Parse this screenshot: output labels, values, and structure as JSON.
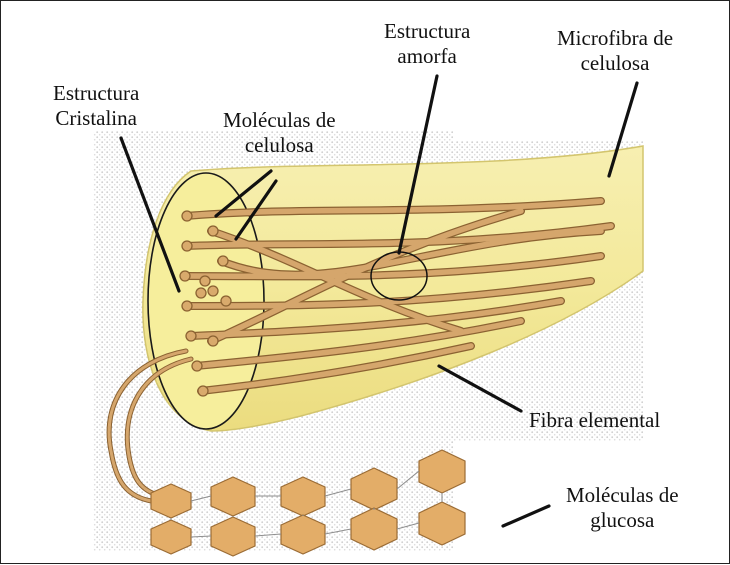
{
  "labels": {
    "crystalline": {
      "line1": "Estructura",
      "line2": "Cristalina"
    },
    "cellulose_molecules": {
      "line1": "Moléculas de",
      "line2": "celulosa"
    },
    "amorphous": {
      "line1": "Estructura",
      "line2": "amorfa"
    },
    "microfibril": {
      "line1": "Microfibra de",
      "line2": "celulosa"
    },
    "elemental_fiber": {
      "line1": "Fibra elemental"
    },
    "glucose_molecules": {
      "line1": "Moléculas de",
      "line2": "glucosa"
    }
  },
  "colors": {
    "fiber_fill": "#f5ec9f",
    "fiber_edge": "#d9cc72",
    "strand": "#c99b63",
    "strand_edge": "#8b6232",
    "hexagon": "#e3ad68",
    "hexagon_edge": "#9b6c35",
    "stipple": "#d2d2d2",
    "leader_line": "#111111"
  }
}
